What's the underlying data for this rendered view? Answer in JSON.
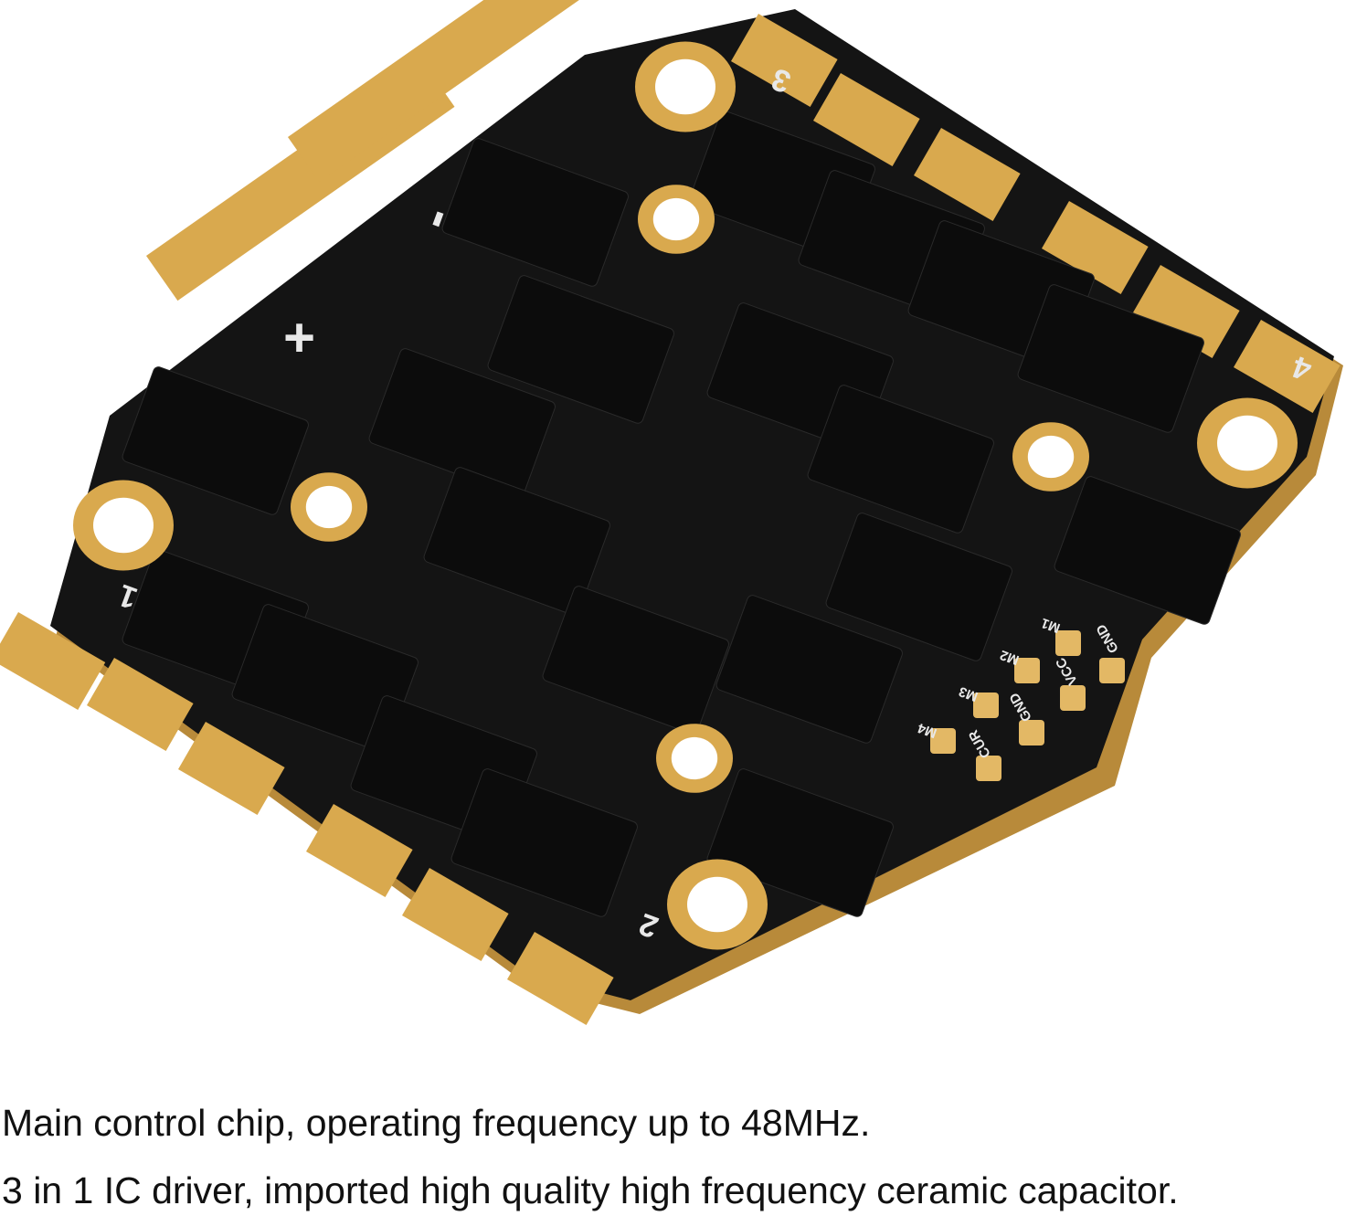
{
  "image": {
    "subject": "esc-circuit-board",
    "colors": {
      "board": "#141414",
      "pad": "#d9a94e",
      "chip": "#0c0c0c",
      "silkscreen": "#e8e8e8"
    },
    "silkscreen": {
      "power_plus": "+",
      "power_minus": "-",
      "motor_1": "1",
      "motor_2": "2",
      "motor_3": "3",
      "motor_4": "4",
      "pad_labels": [
        "M1",
        "M2",
        "M3",
        "M4",
        "GND",
        "VCC",
        "GND",
        "CUR"
      ]
    }
  },
  "captions": [
    "Main control chip, operating frequency up to 48MHz.",
    "3 in 1 IC driver, imported high quality high frequency ceramic capacitor."
  ]
}
